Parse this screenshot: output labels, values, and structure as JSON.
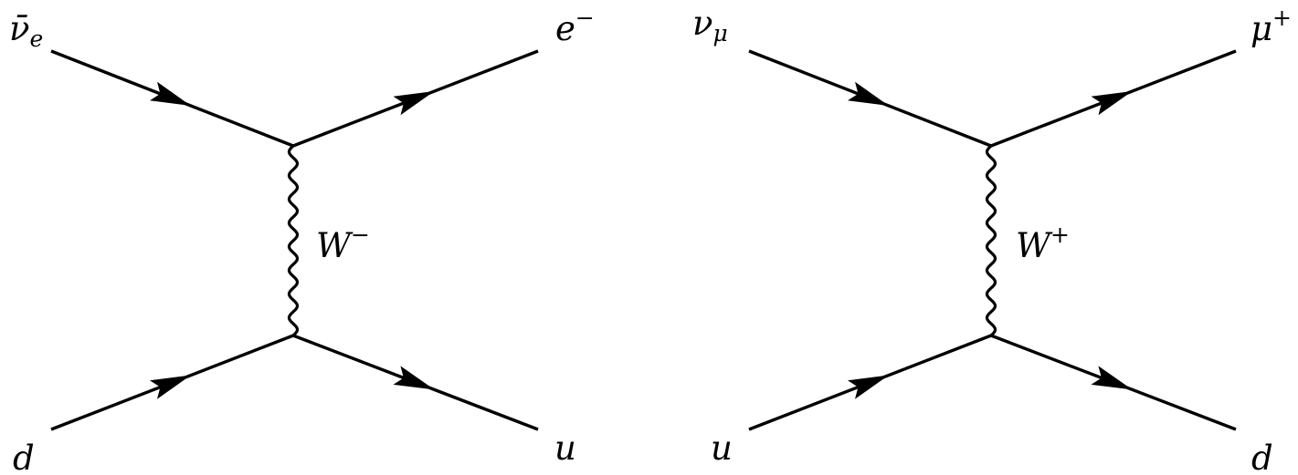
{
  "diagrams": [
    {
      "top_left_label": "ν̄",
      "top_left_sub": "e",
      "top_right_label": "e",
      "top_right_sup": "−",
      "propagator_label": "W",
      "propagator_sup": "−",
      "bottom_left_label": "d",
      "bottom_right_label": "u"
    },
    {
      "top_left_label": "ν",
      "top_left_sub": "μ",
      "top_right_label": "μ",
      "top_right_sup": "+",
      "propagator_label": "W",
      "propagator_sup": "+",
      "bottom_left_label": "u",
      "bottom_right_label": "d"
    }
  ],
  "colors": {
    "line": "#000000",
    "background": "#ffffff"
  }
}
